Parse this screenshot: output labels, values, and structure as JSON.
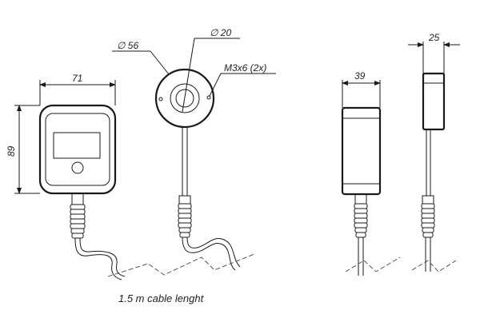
{
  "dimensions": {
    "width_front": "71",
    "height_front": "89",
    "dia_outer": "∅ 56",
    "dia_inner": "∅ 20",
    "screw": "M3x6 (2x)",
    "width_side": "39",
    "depth_side": "25"
  },
  "caption": "1.5 m cable lenght"
}
